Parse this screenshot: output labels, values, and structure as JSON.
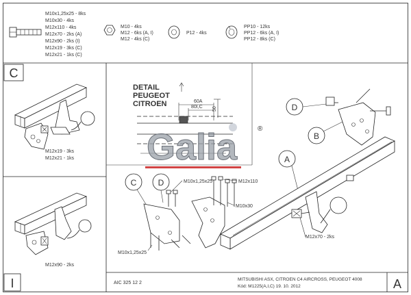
{
  "hardware": {
    "bolts": [
      "M10x1,25x25 - 8ks",
      "M10x30 - 4ks",
      "M12x110 - 4ks",
      "M12x70 - 2ks (A)",
      "M12x90 - 2ks (I)",
      "M12x19 - 3ks (C)",
      "M12x21 - 1ks (C)"
    ],
    "nuts": [
      "M10 - 4ks",
      "M12 - 6ks (A, I)",
      "M12 - 4ks (C)"
    ],
    "washer": [
      "P12 - 4ks"
    ],
    "spring_washers": [
      "PP10 - 12ks",
      "PP12 - 6ks (A, I)",
      "PP12 - 8ks (C)"
    ]
  },
  "panels": {
    "c_letter": "C",
    "c_bolts": [
      "M12x19 - 3ks",
      "M12x21 - 1ks"
    ],
    "i_letter": "I",
    "i_bolts": [
      "M12x90 - 2ks"
    ]
  },
  "detail": {
    "title_lines": [
      "DETAIL",
      "PEUGEOT",
      "CITROEN"
    ],
    "dim_60a": "60A",
    "dim_80": "80I,C",
    "dim_50": "50"
  },
  "logo": {
    "text": "Galia",
    "registered": "®"
  },
  "callouts": {
    "a": "A",
    "b": "B",
    "c": "C",
    "d": "D"
  },
  "labels": {
    "m10x125x25_top": "M10x1,25x25",
    "m12x110": "M12x110",
    "m10x30": "M10x30",
    "m10x125x25_bottom": "M10x1,25x25",
    "m12x70": "M12x70 - 2ks"
  },
  "title_block": {
    "code": "AIC 325 12 2",
    "vehicle": "MITSUBISHI ASX, CITROEN C4 AIRCROSS, PEUGEOT 4008",
    "kod": "Kód: M1225(A,I,C)  19. 10. 2012",
    "letter": "A"
  }
}
